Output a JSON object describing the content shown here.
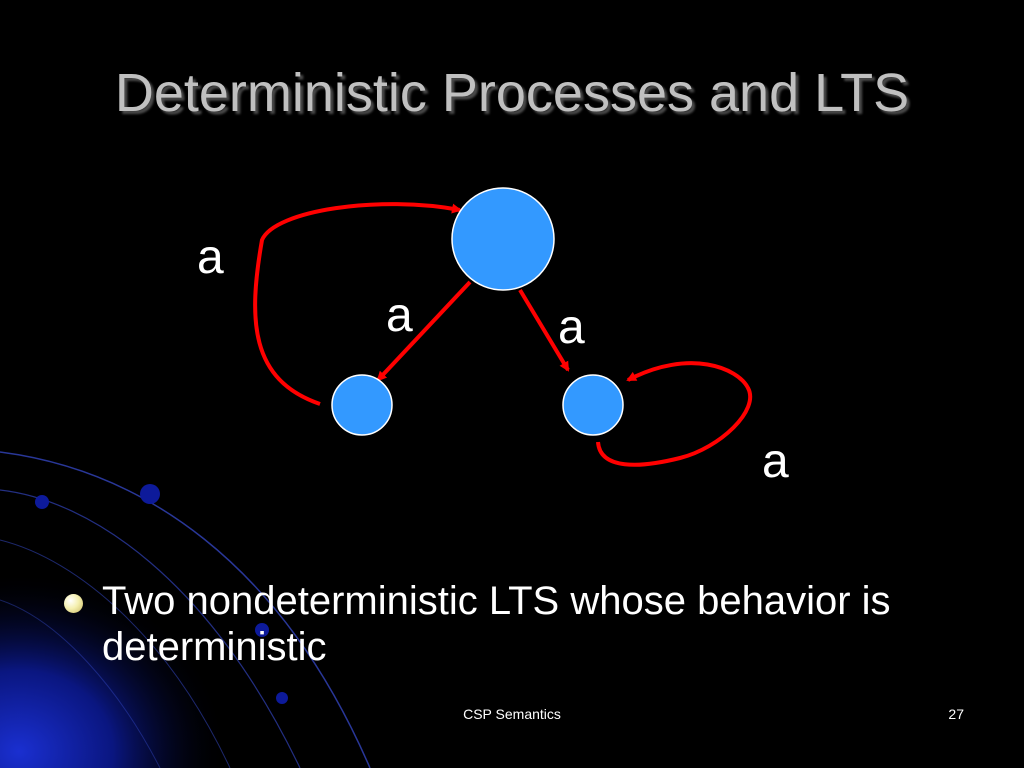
{
  "title": "Deterministic Processes and LTS",
  "diagram": {
    "node_color": "#3399ff",
    "edge_color": "#ff0000",
    "edge_labels": [
      "a",
      "a",
      "a",
      "a"
    ]
  },
  "bullet": "Two nondeterministic LTS whose behavior is deterministic",
  "footer": {
    "center": "CSP Semantics",
    "page": "27"
  }
}
